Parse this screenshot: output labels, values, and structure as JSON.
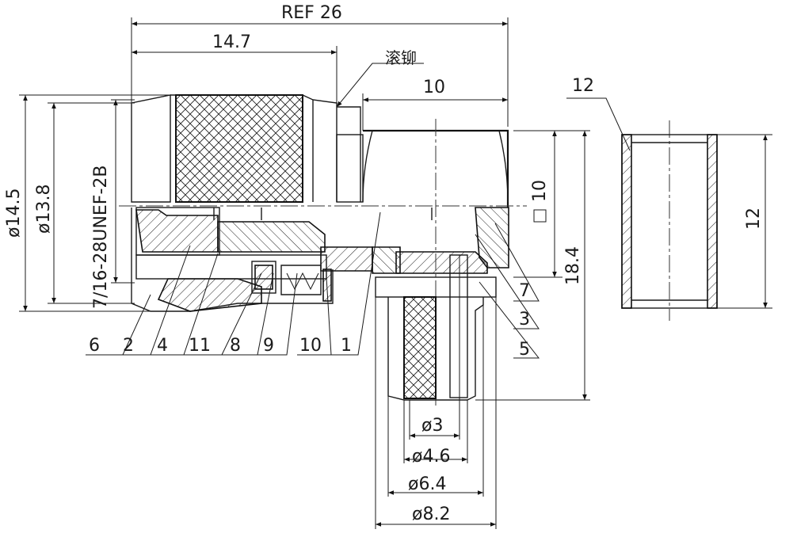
{
  "dimensions": {
    "ref_length": "REF 26",
    "body_length": "14.7",
    "head_length": "10",
    "dia_outer": "ø14.5",
    "dia_knurl": "ø13.8",
    "thread": "7/16-28UNEF-2B",
    "square": "10",
    "height": "18.4",
    "ferrule_len": "12",
    "ferrule_height": "12",
    "dia_3": "ø3",
    "dia_46": "ø4.6",
    "dia_64": "ø6.4",
    "dia_82": "ø8.2"
  },
  "annotation": {
    "crimp": "滚铆"
  },
  "parts": [
    "6",
    "2",
    "4",
    "11",
    "8",
    "9",
    "10",
    "1",
    "7",
    "3",
    "5"
  ],
  "icons": {
    "square_symbol": "square-symbol-icon"
  }
}
